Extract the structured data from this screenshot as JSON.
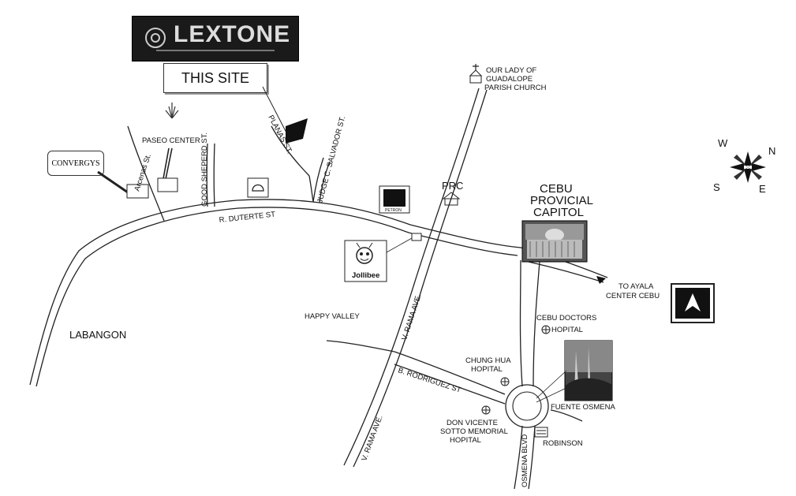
{
  "logo": {
    "text": "LEXTONE"
  },
  "callout": {
    "this_site": "THIS SITE"
  },
  "places": {
    "convergys": "CONVERGYS",
    "paseo_center": "PASEO CENTER",
    "church_line1": "OUR LADY OF",
    "church_line2": "GUADALOPE",
    "church_line3": "PARISH CHURCH",
    "prc": "PRC",
    "capitol_line1": "CEBU",
    "capitol_line2": "PROVICIAL",
    "capitol_line3": "CAPITOL",
    "ayala_line1": "TO AYALA",
    "ayala_line2": "CENTER CEBU",
    "jollibee": "Jollibee",
    "happy_valley": "HAPPY   VALLEY",
    "labangon": "LABANGON",
    "doctors_line1": "CEBU DOCTORS",
    "doctors_line2": "HOPITAL",
    "chunghua_line1": "CHUNG HUA",
    "chunghua_line2": "HOPITAL",
    "fuente": "FUENTE  OSMENA",
    "donvicente_line1": "DON VICENTE",
    "donvicente_line2": "SOTTO MEMORIAL",
    "donvicente_line3": "HOPITAL",
    "robinson": "ROBINSON",
    "petron": "PETRON"
  },
  "streets": {
    "arcenas": "Arcenas St.",
    "good_shepherd": "GOOD SHEPERD ST.",
    "planas": "PLANAS ST.",
    "judge_salvador": "JUDGE C. SALVADOR ST.",
    "duterte": "R. DUTERTE ST",
    "v_rama_north": "V. RAMA AVE.",
    "v_rama_south": "V. RAMA AVE.",
    "rodriguez": "B. RODRIGUEZ ST",
    "osmena_blvd": "OSMENA BLVD"
  },
  "compass": {
    "n": "N",
    "e": "E",
    "s": "S",
    "w": "W"
  }
}
